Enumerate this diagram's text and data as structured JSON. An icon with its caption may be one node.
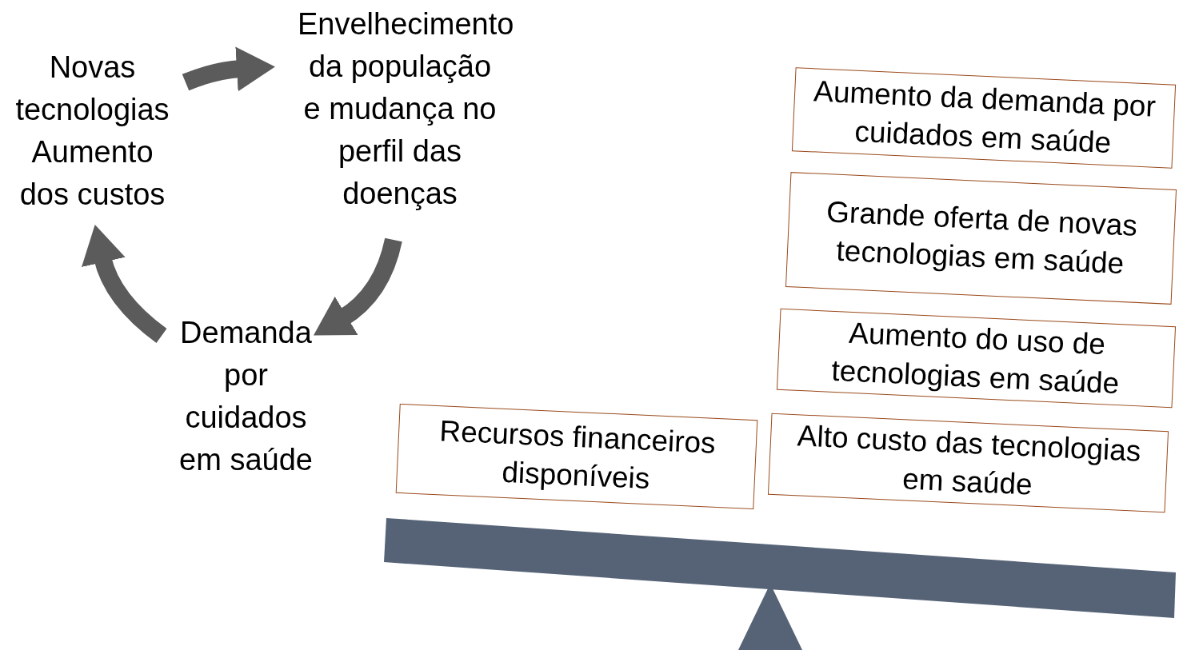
{
  "diagram": {
    "nodes": [
      {
        "text": [
          "Novas tecnologias Aumento dos custos"
        ]
      },
      {
        "text": [
          "Envelhecimento da população e mudança no perfil das doenças"
        ]
      },
      {
        "text": [
          "Demanda por cuidados em saúde"
        ]
      },
      {
        "text": [
          "Aumento da demanda por cuidados em saúde"
        ]
      },
      {
        "text": [
          "Grande oferta de novas tecnologias em saúde"
        ]
      },
      {
        "text": [
          "Aumento do uso de tecnologias em saúde"
        ]
      },
      {
        "text": [
          "Alto custo das tecnologias em saúde"
        ]
      },
      {
        "text": [
          "Recursos financeiros disponíveis"
        ]
      }
    ],
    "edges": [
      {
        "from": 0,
        "to": 1,
        "arrow": "to"
      },
      {
        "from": 1,
        "to": 2,
        "arrow": "to"
      },
      {
        "from": 2,
        "to": 0,
        "arrow": "to"
      }
    ]
  }
}
